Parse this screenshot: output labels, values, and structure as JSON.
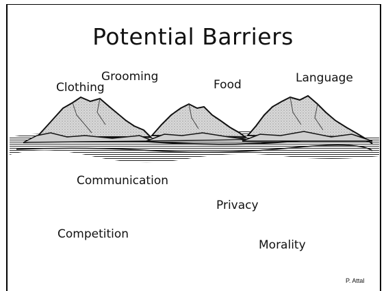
{
  "slide": {
    "title": "Potential Barriers",
    "visible_barriers": [
      "Clothing",
      "Grooming",
      "Food",
      "Language"
    ],
    "hidden_barriers": [
      "Communication",
      "Privacy",
      "Competition",
      "Morality"
    ],
    "credit": "P. Attal"
  },
  "illustration": {
    "subject": "icebergs",
    "count": 3,
    "icon": "iceberg-icon"
  }
}
